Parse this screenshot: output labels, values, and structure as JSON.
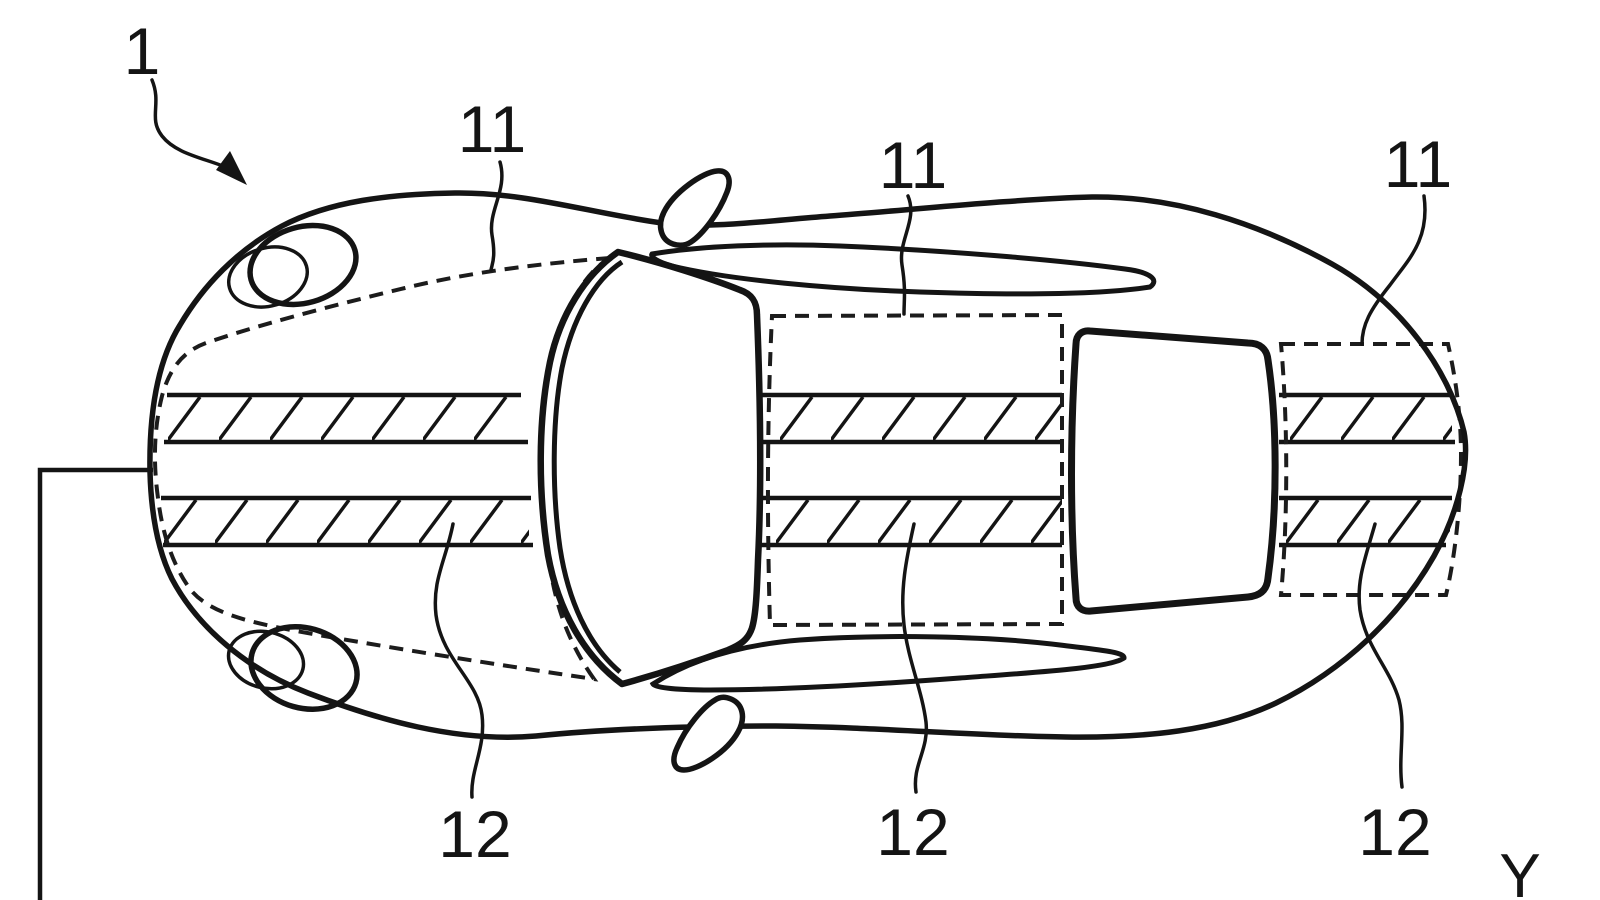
{
  "figure": {
    "kind": "patent line drawing",
    "subject": "sports car, top plan view, front facing left",
    "line_color": "#141414",
    "background": "#ffffff"
  },
  "labels": {
    "vehicle": "1",
    "film_region": "11",
    "film_strip": "12",
    "axis_y": "Y"
  },
  "callouts": [
    {
      "numeral": "1",
      "target": "vehicle-body"
    },
    {
      "numeral": "11",
      "target": "front-hood-film-region"
    },
    {
      "numeral": "11",
      "target": "roof-film-region"
    },
    {
      "numeral": "11",
      "target": "rear-deck-film-region"
    },
    {
      "numeral": "12",
      "target": "hood-hatched-stripe"
    },
    {
      "numeral": "12",
      "target": "roof-hatched-stripe"
    },
    {
      "numeral": "12",
      "target": "rear-hatched-stripe"
    },
    {
      "numeral": "Y",
      "target": "y-axis"
    }
  ]
}
